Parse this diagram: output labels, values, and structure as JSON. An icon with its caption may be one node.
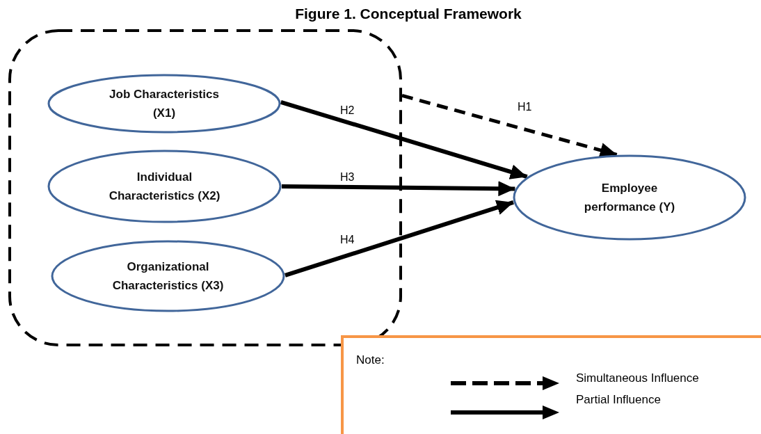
{
  "diagram": {
    "title": "Figure 1.  Conceptual Framework",
    "nodes": [
      {
        "text": [],
        "shape": "box"
      },
      {
        "text": [
          "Job Characteristics (X1)"
        ],
        "in": 0
      },
      {
        "text": [
          "Individual Characteristics (X2)"
        ],
        "in": 0
      },
      {
        "text": [
          "Organizational Characteristics (X3)"
        ],
        "in": 0
      },
      {
        "text": [
          "Employee performance (Y)"
        ]
      }
    ],
    "edges": [
      {
        "from": 0,
        "to": 4,
        "arrow": "to",
        "label": "H1",
        "style": "dashed"
      },
      {
        "from": 1,
        "to": 4,
        "arrow": "to",
        "label": "H2"
      },
      {
        "from": 2,
        "to": 4,
        "arrow": "to",
        "label": "H3"
      },
      {
        "from": 3,
        "to": 4,
        "arrow": "to",
        "label": "H4"
      }
    ],
    "labels": [
      "Note:"
    ],
    "legend": [
      {
        "text": "Simultaneous Influence"
      },
      {
        "text": "Partial Influence"
      }
    ]
  }
}
